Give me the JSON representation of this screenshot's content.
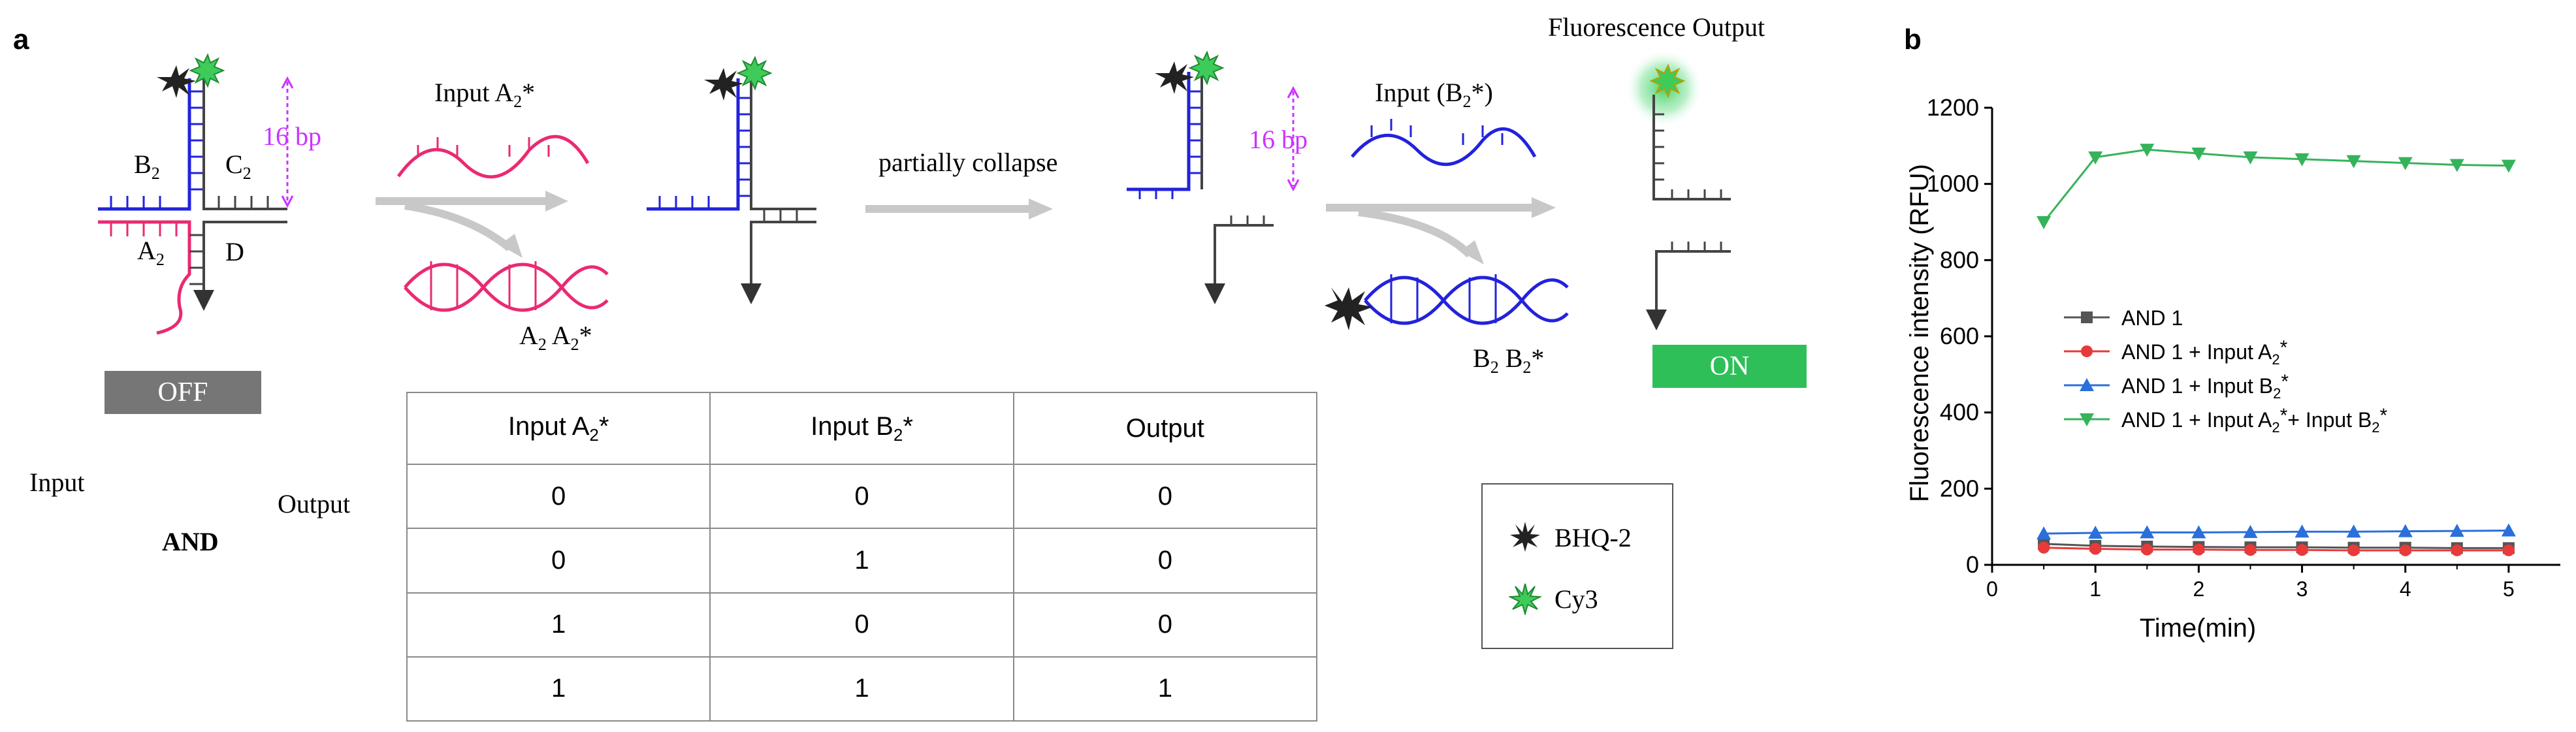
{
  "panels": {
    "a": "a",
    "b": "b"
  },
  "diagram": {
    "b2": "B",
    "c2": "C",
    "a2": "A",
    "d": "D",
    "sub2": "2",
    "bp_left": "16 bp",
    "bp_right": "16 bp",
    "input_a": "Input A",
    "input_b": "Input (B",
    "input_b_close": "*)",
    "duplex_a": "A",
    "duplex_a2": "A",
    "duplex_b": "B",
    "duplex_b2": "B",
    "star": "*",
    "partially_collapse": "partially collapse",
    "fluorescence_output": "Fluorescence Output",
    "off": "OFF",
    "on": "ON",
    "colors": {
      "off_box": "#767676",
      "on_box": "#2fbf59",
      "pink": "#ea2a72",
      "blue": "#2222dd",
      "gray": "#555555",
      "magenta": "#cc33ff"
    }
  },
  "gate": {
    "input": "Input",
    "output": "Output",
    "name": "AND"
  },
  "truth_table": {
    "headers": [
      "Input A",
      "Input B",
      "Output"
    ],
    "rows": [
      [
        "0",
        "0",
        "0"
      ],
      [
        "0",
        "1",
        "0"
      ],
      [
        "1",
        "0",
        "0"
      ],
      [
        "1",
        "1",
        "1"
      ]
    ]
  },
  "legend_a": {
    "bhq": "BHQ-2",
    "cy3": "Cy3"
  },
  "chart_data": {
    "type": "line",
    "xlabel": "Time(min)",
    "ylabel": "Fluorescence intensity (RFU)",
    "xlim": [
      0,
      5.5
    ],
    "ylim": [
      0,
      1200
    ],
    "xticks": [
      0,
      1,
      2,
      3,
      4,
      5
    ],
    "yticks": [
      0,
      200,
      400,
      600,
      800,
      1000,
      1200
    ],
    "x": [
      0.5,
      1,
      1.5,
      2,
      2.5,
      3,
      3.5,
      4,
      4.5,
      5
    ],
    "series": [
      {
        "name": "AND 1",
        "marker": "square",
        "color": "#555555",
        "values": [
          55,
          50,
          48,
          47,
          46,
          46,
          45,
          45,
          44,
          44
        ]
      },
      {
        "name": "AND  1 + Input  A",
        "marker": "circle",
        "color": "#e83a3a",
        "values": [
          45,
          42,
          40,
          40,
          39,
          39,
          38,
          38,
          38,
          38
        ]
      },
      {
        "name": "AND 1 + Input B",
        "marker": "triangle-up",
        "color": "#2a6fdb",
        "values": [
          82,
          84,
          85,
          85,
          86,
          87,
          87,
          88,
          89,
          90
        ]
      },
      {
        "name": "AND 1 + Input A",
        "name_tail": "+ Input B",
        "marker": "triangle-down",
        "color": "#35b35a",
        "values": [
          900,
          1070,
          1090,
          1080,
          1070,
          1065,
          1060,
          1055,
          1050,
          1048
        ]
      }
    ],
    "legend_position": "center-left"
  }
}
